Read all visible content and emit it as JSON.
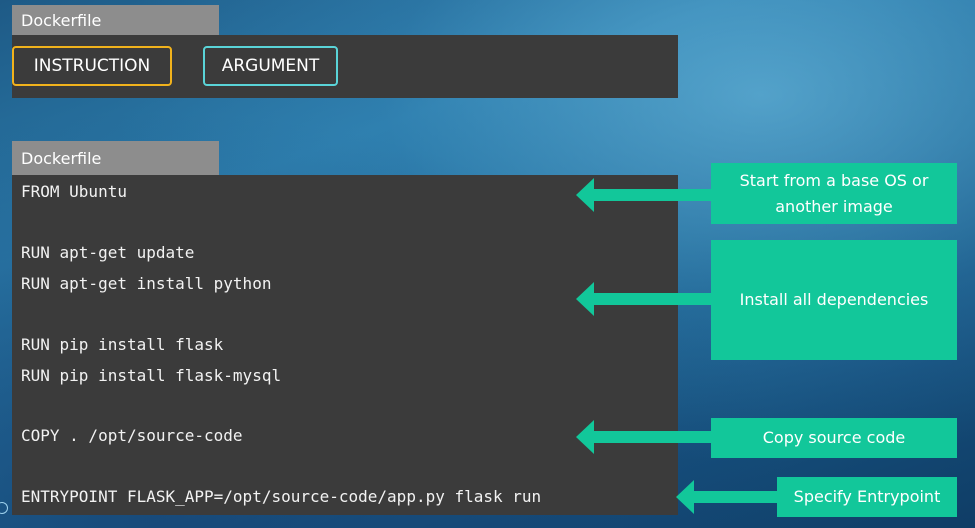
{
  "top_panel": {
    "tab_label": "Dockerfile",
    "instruction_label": "INSTRUCTION",
    "argument_label": "ARGUMENT"
  },
  "code_panel": {
    "tab_label": "Dockerfile",
    "lines": [
      "FROM Ubuntu",
      "RUN apt-get update",
      "RUN apt-get install python",
      "RUN pip install flask",
      "RUN pip install flask-mysql",
      "COPY . /opt/source-code",
      "ENTRYPOINT FLASK_APP=/opt/source-code/app.py flask run"
    ]
  },
  "annotations": {
    "base_os_line1": "Start from a base OS or",
    "base_os_line2": "another image",
    "dependencies": "Install all dependencies",
    "copy_source": "Copy source code",
    "entrypoint": "Specify Entrypoint"
  },
  "colors": {
    "accent_green": "#12c79a",
    "instruction_border": "#f1b21c",
    "argument_border": "#5ad4d8",
    "panel_bg": "#3b3b3b",
    "tab_bg": "#8d8d8d"
  }
}
